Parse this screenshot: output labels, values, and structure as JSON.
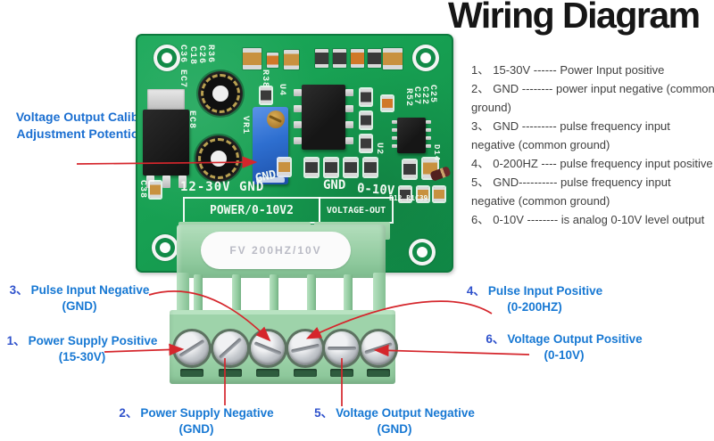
{
  "title": "Wiring Diagram",
  "colors": {
    "annotation_blue": "#1778d3",
    "annotation_number_blue": "#2f52cc",
    "arrow_red": "#d5262c",
    "pcb_green": "#17a052",
    "terminal_block_green": "#9ed3aa",
    "legend_text": "#3f3f3f"
  },
  "legend": {
    "items": [
      {
        "num": "1、",
        "text": "15-30V ------ Power Input positive"
      },
      {
        "num": "2、",
        "text": "GND -------- power input negative (common ground)"
      },
      {
        "num": "3、",
        "text": "GND --------- pulse frequency input negative (common ground)"
      },
      {
        "num": "4、",
        "text": "0-200HZ ---- pulse frequency input positive"
      },
      {
        "num": "5、",
        "text": "GND---------- pulse frequency input negative (common ground)"
      },
      {
        "num": "6、",
        "text": "0-10V -------- is analog 0-10V level output"
      }
    ]
  },
  "callouts": {
    "potentiometer": "Voltage Output Calibration Adjustment Potentiometer",
    "c1": {
      "num": "1、",
      "title": "Power Supply Positive",
      "sub": "(15-30V)"
    },
    "c2": {
      "num": "2、",
      "title": "Power Supply Negative",
      "sub": "(GND)"
    },
    "c3": {
      "num": "3、",
      "title": "Pulse Input Negative",
      "sub": "(GND)"
    },
    "c4": {
      "num": "4、",
      "title": "Pulse Input Positive",
      "sub": "(0-200HZ)"
    },
    "c5": {
      "num": "5、",
      "title": "Voltage Output Negative",
      "sub": "(GND)"
    },
    "c6": {
      "num": "6、",
      "title": "Voltage Output Positive",
      "sub": "(0-10V)"
    }
  },
  "pcb": {
    "silkscreen": {
      "c36ec7": "C36 EC7",
      "c18": "C18",
      "c26": "C26",
      "r36": "R36",
      "r38": "R38",
      "u4": "U4",
      "vr1": "VR1",
      "ec8": "EC8",
      "c38": "C38",
      "c25": "C25",
      "c22": "C22",
      "c27": "C27",
      "r52": "R52",
      "u2": "U2",
      "d14": "D14",
      "d12r1c39": "D12 R1C39",
      "power_row": "12-30V GND",
      "gnd_tilted": "GND",
      "out_row": "GND",
      "out_row2": "0-10V",
      "power_box": "POWER/0-10V2",
      "volt_box": "VOLTAGE-OUT"
    },
    "terminal_label": "FV 200HZ/10V"
  }
}
